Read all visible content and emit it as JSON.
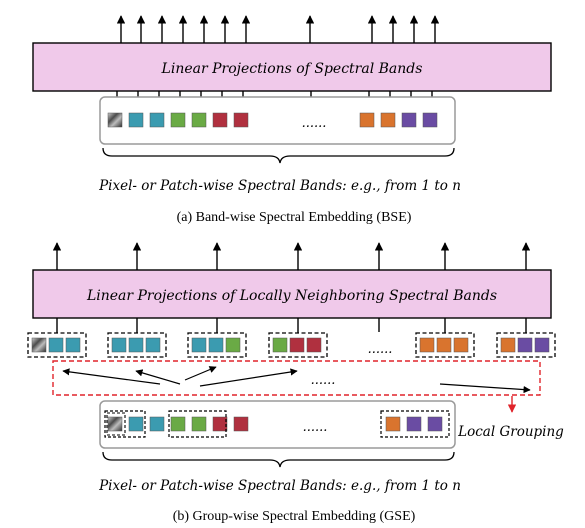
{
  "panel_a": {
    "projection_label": "Linear Projections of Spectral Bands",
    "ellipsis": "......",
    "bands_caption": "Pixel- or Patch-wise Spectral Bands: e.g., from 1 to n",
    "figure_caption": "(a) Band-wise Spectral Embedding (BSE)",
    "band_colors": [
      "#8a8a8a",
      "#3b9bb0",
      "#3b9bb0",
      "#6aaa45",
      "#6aaa45",
      "#b0303f",
      "#b0303f",
      "#d9742e",
      "#d9742e",
      "#6a4ca3",
      "#6a4ca3"
    ]
  },
  "panel_b": {
    "projection_label": "Linear Projections of Locally Neighboring Spectral Bands",
    "ellipsis": "......",
    "grouping_label": "Local Grouping",
    "bands_caption": "Pixel- or Patch-wise Spectral Bands: e.g., from 1 to n",
    "figure_caption": "(b) Group-wise Spectral Embedding (GSE)"
  },
  "colors": {
    "projection_fill": "#f0c9ea",
    "teal": "#3b9bb0",
    "green": "#6aaa45",
    "red": "#b0303f",
    "orange": "#d9742e",
    "purple": "#6a4ca3",
    "grayscale": "#8a8a8a",
    "grouping_dash": "#e0242b"
  }
}
